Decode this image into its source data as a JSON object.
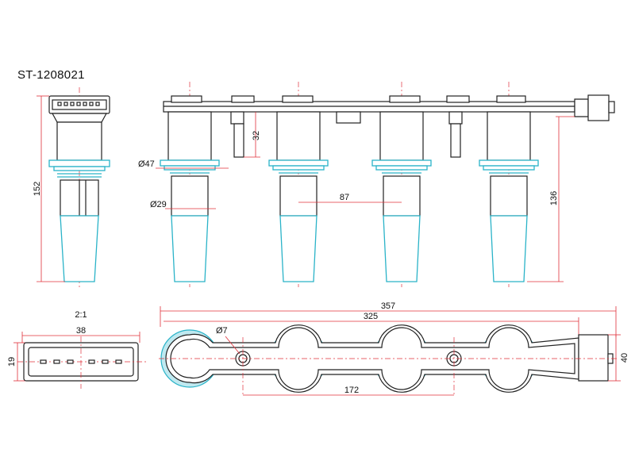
{
  "part_number": "ST-1208021",
  "colors": {
    "outline": "#222222",
    "dimension": "#e0303a",
    "boot": "#2ab3c8",
    "boot_fill": "#bfe9f0"
  },
  "dimensions": {
    "overall_height": "152",
    "head_height": "32",
    "flange_diameter": "Ø47",
    "boot_diameter": "Ø29",
    "coil_pitch": "87",
    "body_height": "136",
    "connector_scale": "2:1",
    "connector_width": "38",
    "connector_height": "19",
    "overall_length": "357",
    "mount_length": "325",
    "hole_diameter": "Ø7",
    "hole_spacing": "172",
    "rail_width": "40"
  }
}
